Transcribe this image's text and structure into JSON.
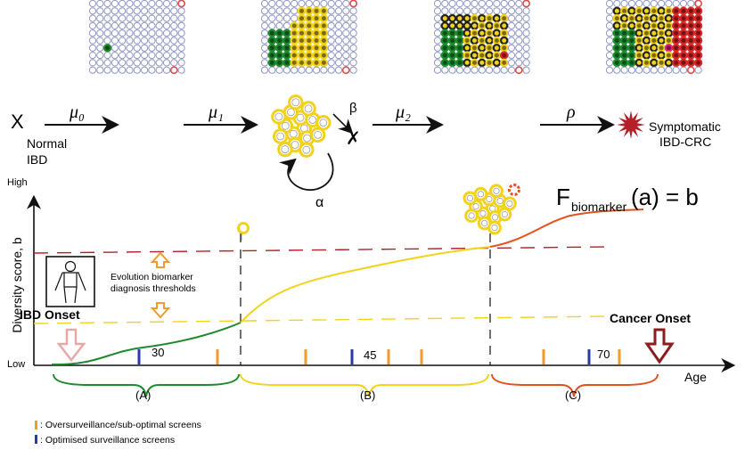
{
  "model": {
    "start_label": "X",
    "normal_label_1": "Normal",
    "normal_label_2": "IBD",
    "mu0": "μ₀",
    "mu1": "μ₁",
    "mu2": "μ₂",
    "rho": "ρ",
    "alpha": "α",
    "beta": "β",
    "death_mark": "✗",
    "symptomatic_1": "Symptomatic",
    "symptomatic_2": "IBD-CRC"
  },
  "chart": {
    "y_axis_label": "Diversity score, b",
    "y_high": "High",
    "y_low": "Low",
    "x_axis_label": "Age",
    "equation_f": "F",
    "equation_sub": "biomarker",
    "equation_rest": "(a) = b",
    "thresholds_label_1": "Evolution biomarker",
    "thresholds_label_2": "diagnosis thresholds",
    "ibd_onset": "IBD Onset",
    "cancer_onset": "Cancer Onset",
    "age_ticks": [
      "30",
      "45",
      "70"
    ],
    "phases": [
      "(A)",
      "(B)",
      "(C)"
    ]
  },
  "legend": {
    "over": ": Oversurveillance/sub-optimal screens",
    "optimised": ": Optimised surveillance screens"
  },
  "colors": {
    "phase_a": "#1e8a2e",
    "phase_b": "#f2d21a",
    "phase_c": "#e2521e",
    "threshold_high": "#b3202a",
    "threshold_low": "#f2d21a",
    "over_tick": "#f39a2c",
    "optimised_tick": "#2a3aa8",
    "onset_arrow": "#e8a8a8",
    "cancer_arrow": "#8a1e1e",
    "star": "#b3202a"
  }
}
